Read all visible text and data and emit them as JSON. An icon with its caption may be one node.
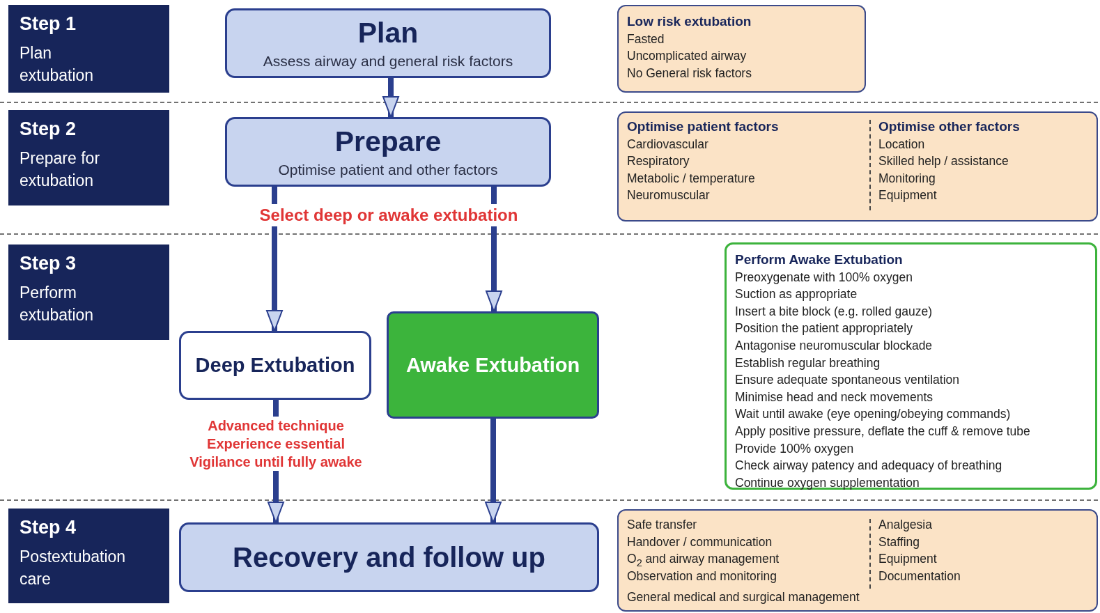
{
  "diagram": {
    "nodes": [
      {
        "text": [
          "Step 1",
          "Plan extubation"
        ]
      },
      {
        "text": [
          "Plan",
          "Assess airway and general risk factors"
        ]
      },
      {
        "text": [
          "Low risk extubation",
          "Fasted",
          "Uncomplicated airway",
          "No General risk factors"
        ]
      },
      {
        "text": [
          "Step 2",
          "Prepare for extubation"
        ]
      },
      {
        "text": [
          "Prepare",
          "Optimise patient and other factors"
        ]
      },
      {
        "text": [
          "Optimise patient factors",
          "Cardiovascular",
          "Respiratory",
          "Metabolic / temperature",
          "Neuromuscular",
          "Optimise other factors",
          "Location",
          "Skilled help / assistance",
          "Monitoring",
          "Equipment"
        ]
      },
      {
        "text": [
          "Step 3",
          "Perform extubation"
        ]
      },
      {
        "text": [
          "Deep Extubation"
        ]
      },
      {
        "text": [
          "Awake Extubation"
        ]
      },
      {
        "text": [
          "Perform Awake Extubation",
          "Preoxygenate with 100% oxygen",
          "Suction as appropriate",
          "Insert a bite block (e.g. rolled gauze)",
          "Position the patient appropriately",
          "Antagonise neuromuscular blockade",
          "Establish regular breathing",
          "Ensure adequate spontaneous ventilation",
          "Minimise head and neck movements",
          "Wait until awake (eye opening/obeying commands)",
          "Apply positive pressure, deflate the cuff & remove tube",
          "Provide 100% oxygen",
          "Check airway patency and adequacy of breathing",
          "Continue oxygen supplementation"
        ]
      },
      {
        "text": [
          "Step 4",
          "Postextubation care"
        ]
      },
      {
        "text": [
          "Recovery and follow up"
        ]
      },
      {
        "text": [
          "Safe transfer",
          "Handover / communication",
          "O$_{2}$ and airway management",
          "Observation and monitoring",
          "Analgesia",
          "Staffing",
          "Equipment",
          "Documentation",
          "General medical and surgical management"
        ]
      }
    ],
    "edges": [
      {
        "from": 1,
        "to": 4,
        "arrow": "to"
      },
      {
        "from": 4,
        "to": 7,
        "arrow": "to"
      },
      {
        "from": 4,
        "to": 8,
        "arrow": "to"
      },
      {
        "from": 7,
        "to": 11,
        "arrow": "to",
        "label": "Advanced technique Experience essential Vigilance until fully awake"
      },
      {
        "from": 8,
        "to": 11,
        "arrow": "to"
      }
    ],
    "labels": [
      "Select deep or awake extubation"
    ]
  }
}
